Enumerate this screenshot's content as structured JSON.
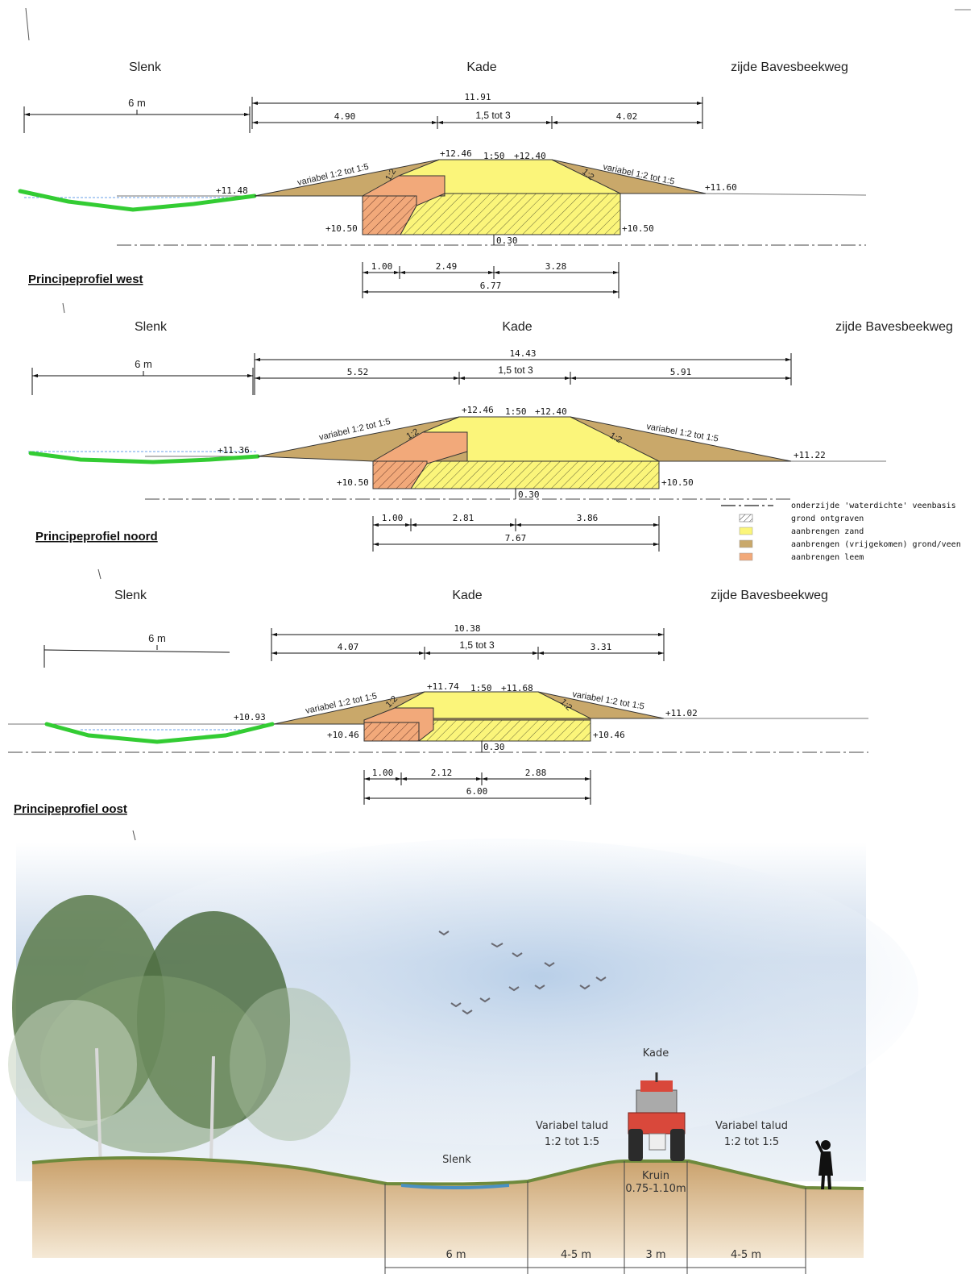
{
  "profiles": {
    "west": {
      "title": "Principeprofiel west",
      "slenk": "Slenk",
      "kade": "Kade",
      "zijde": "zijde Bavesbeekweg",
      "six_m": "6 m",
      "total": "11.91",
      "left": "4.90",
      "crest": "1,5 tot 3",
      "right": "4.02",
      "crest_left_level": "+12.46",
      "crest_slope": "1:50",
      "crest_right_level": "+12.40",
      "slope_left": "variabel 1:2 tot 1:5",
      "slope_right": "variabel 1:2 tot 1:5",
      "ratio_left": "1:2",
      "ratio_right": "1:2",
      "level_slenk": "+11.48",
      "level_right": "+11.60",
      "base_left": "+10.50",
      "base_right": "+10.50",
      "depth": "0.30",
      "bot_a": "1.00",
      "bot_b": "2.49",
      "bot_c": "3.28",
      "bot_total": "6.77"
    },
    "noord": {
      "title": "Principeprofiel noord",
      "slenk": "Slenk",
      "kade": "Kade",
      "zijde": "zijde Bavesbeekweg",
      "six_m": "6 m",
      "total": "14.43",
      "left": "5.52",
      "crest": "1,5 tot 3",
      "right": "5.91",
      "crest_left_level": "+12.46",
      "crest_slope": "1:50",
      "crest_right_level": "+12.40",
      "slope_left": "variabel 1:2 tot 1:5",
      "slope_right": "variabel 1:2 tot 1:5",
      "ratio_left": "1:2",
      "ratio_right": "1:2",
      "level_slenk": "+11.36",
      "level_right": "+11.22",
      "base_left": "+10.50",
      "base_right": "+10.50",
      "depth": "0.30",
      "bot_a": "1.00",
      "bot_b": "2.81",
      "bot_c": "3.86",
      "bot_total": "7.67"
    },
    "oost": {
      "title": "Principeprofiel oost",
      "slenk": "Slenk",
      "kade": "Kade",
      "zijde": "zijde Bavesbeekweg",
      "six_m": "6 m",
      "total": "10.38",
      "left": "4.07",
      "crest": "1,5 tot 3",
      "right": "3.31",
      "crest_left_level": "+11.74",
      "crest_slope": "1:50",
      "crest_right_level": "+11.68",
      "slope_left": "variabel 1:2 tot 1:5",
      "slope_right": "variabel 1:2 tot 1:5",
      "ratio_left": "1:2",
      "ratio_right": "1:2",
      "level_slenk": "+10.93",
      "level_right": "+11.02",
      "base_left": "+10.46",
      "base_right": "+10.46",
      "depth": "0.30",
      "bot_a": "1.00",
      "bot_b": "2.12",
      "bot_c": "2.88",
      "bot_total": "6.00"
    }
  },
  "legend": {
    "items": [
      "onderzijde 'waterdichte' veenbasis",
      "grond ontgraven",
      "aanbrengen zand",
      "aanbrengen (vrijgekomen) grond/veen",
      "aanbrengen leem"
    ],
    "colors": {
      "zand": "#fbf57a",
      "grond": "#c9a86a",
      "leem": "#f2a97a",
      "slenk": "#33cc33"
    }
  },
  "illustration": {
    "kade": "Kade",
    "talud_left_1": "Variabel talud",
    "talud_left_2": "1:2 tot 1:5",
    "talud_right_1": "Variabel talud",
    "talud_right_2": "1:2 tot 1:5",
    "slenk": "Slenk",
    "kruin_1": "Kruin",
    "kruin_2": "0.75-1.10m",
    "dims": [
      "6 m",
      "4-5 m",
      "3 m",
      "4-5 m"
    ]
  }
}
